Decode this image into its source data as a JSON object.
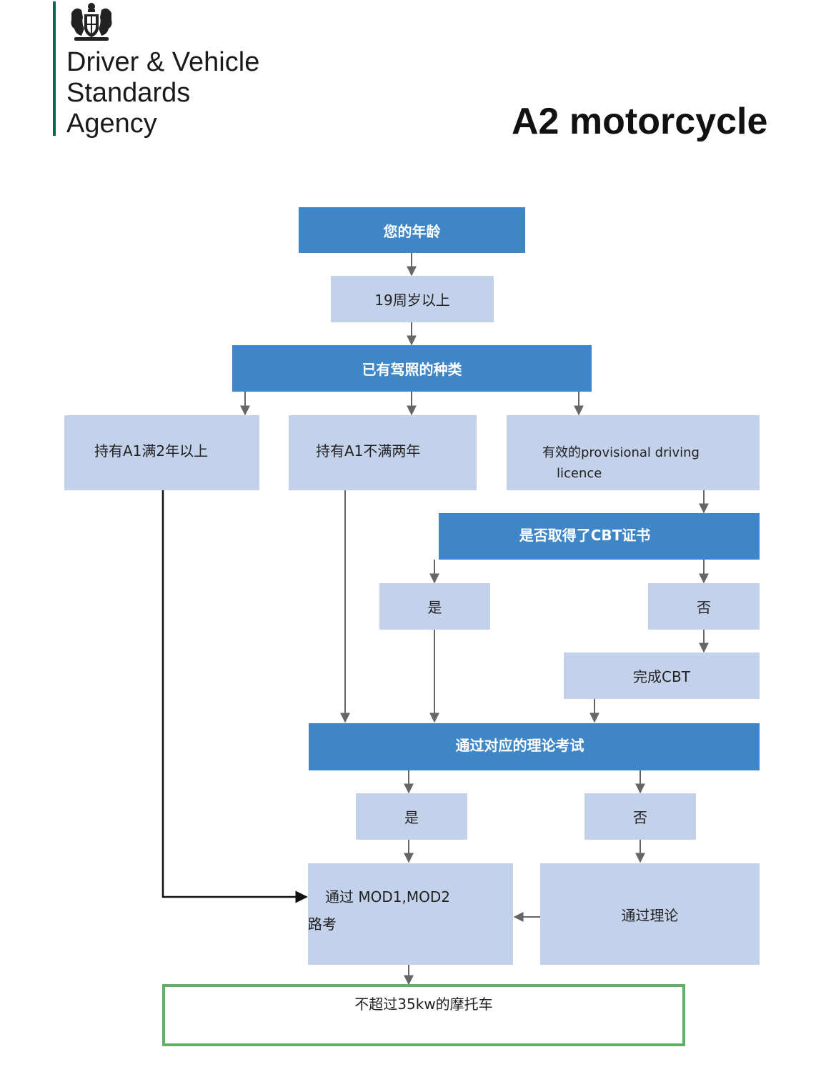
{
  "header": {
    "org_line1": "Driver & Vehicle",
    "org_line2": "Standards",
    "org_line3": "Agency",
    "title": "A2 motorcycle",
    "crest_icon": "royal-coat-of-arms",
    "brand_color": "#006b4f"
  },
  "flow": {
    "age": "您的年龄",
    "age_answer": "19周岁以上",
    "licence_type": "已有驾照的种类",
    "option_a1_2yrs": "持有A1满2年以上",
    "option_a1_under2": "持有A1不满两年",
    "option_provisional_1": "有效的provisional driving",
    "option_provisional_2": "licence",
    "cbt_question": "是否取得了CBT证书",
    "cbt_yes": "是",
    "cbt_no": "否",
    "complete_cbt": "完成CBT",
    "theory_question": "通过对应的理论考试",
    "theory_yes": "是",
    "theory_no": "否",
    "road_test_1": "通过 MOD1,MOD2",
    "road_test_2": "路考",
    "pass_theory": "通过理论",
    "outcome": "不超过35kw的摩托车"
  },
  "colors": {
    "question_box": "#3e86c6",
    "answer_box": "#c4d1eb",
    "outcome_border": "#5cb361",
    "connector": "#666666"
  }
}
